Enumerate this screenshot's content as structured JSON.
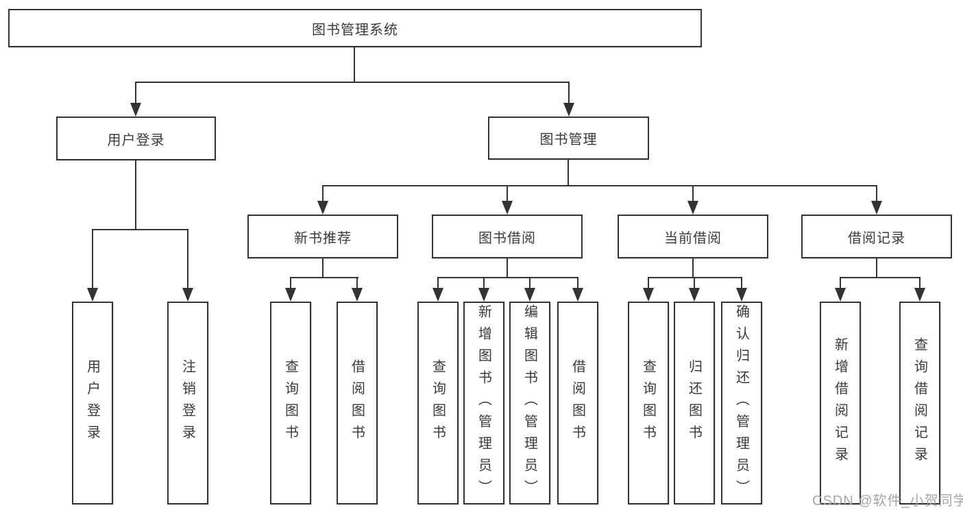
{
  "diagram_title": "图书管理系统",
  "tree": {
    "root": {
      "label": "图书管理系统"
    },
    "level2": [
      {
        "label": "用户登录",
        "children": [
          "用户登录",
          "注销登录"
        ]
      },
      {
        "label": "图书管理"
      }
    ],
    "level3": [
      {
        "label": "新书推荐",
        "children": [
          "查询图书",
          "借阅图书"
        ]
      },
      {
        "label": "图书借阅",
        "children": [
          "查询图书",
          "新增图书（管理员）",
          "编辑图书（管理员）",
          "借阅图书"
        ]
      },
      {
        "label": "当前借阅",
        "children": [
          "查询图书",
          "归还图书",
          "确认归还（管理员）"
        ]
      },
      {
        "label": "借阅记录",
        "children": [
          "新增借阅记录",
          "查询借阅记录"
        ]
      }
    ]
  },
  "watermark": {
    "text": "CSDN @软件_小贺同学"
  },
  "colors": {
    "line": "#333333",
    "text": "#3a3a3a",
    "background": "#ffffff",
    "watermark": "#a6a6a6"
  }
}
